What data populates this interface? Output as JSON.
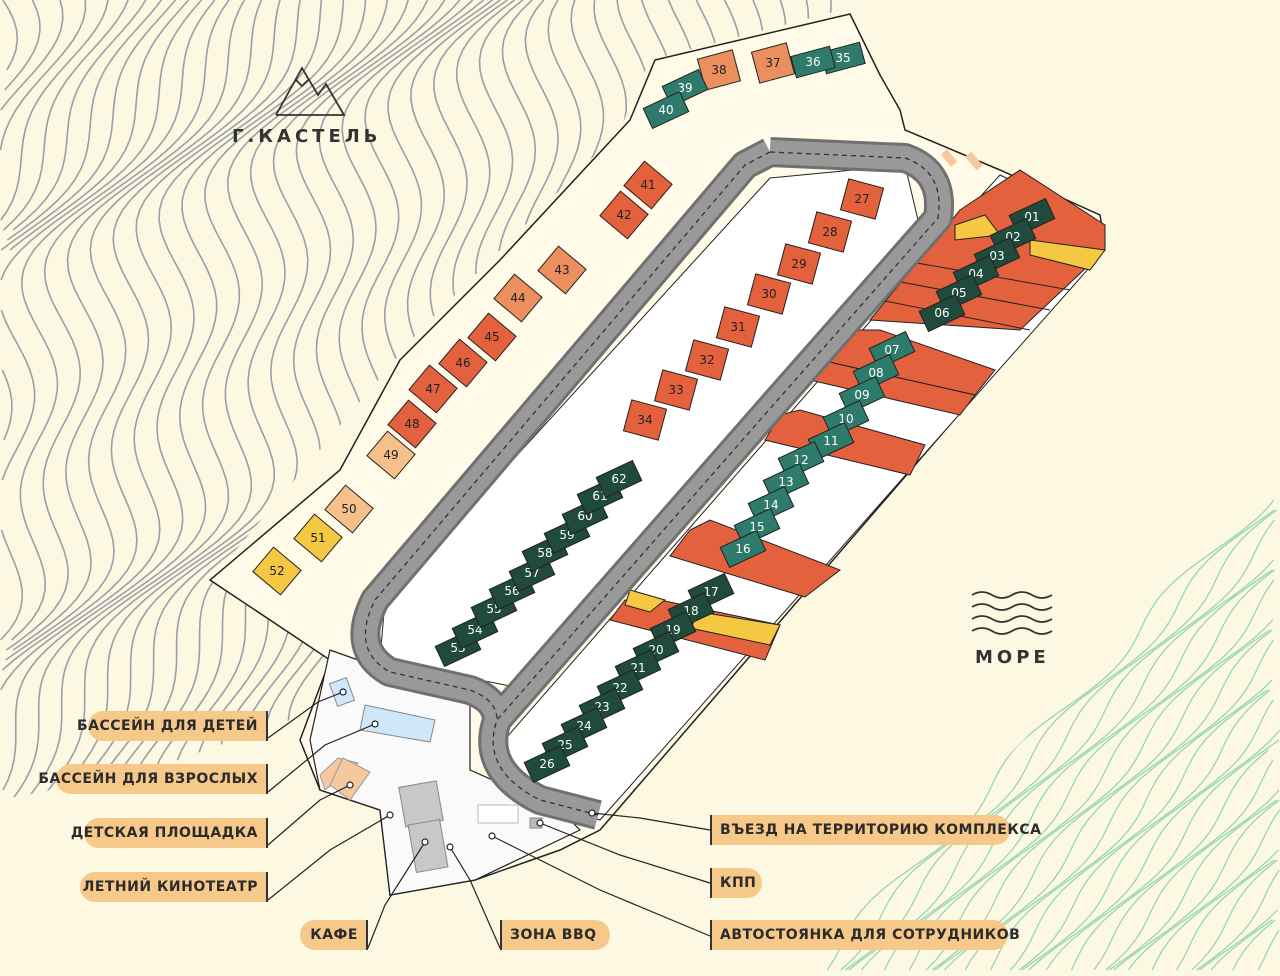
{
  "places": {
    "mountain": "Г.КАСТЕЛЬ",
    "sea": "МОРЕ"
  },
  "icons": {
    "mountain": "mountain-icon",
    "sea": "waves-icon"
  },
  "colors": {
    "background": "#fdf8e2",
    "dark": "#1f4a3c",
    "teal": "#2f7b6b",
    "red": "#e4613d",
    "orange": "#eb8f5e",
    "peach": "#f6c08a",
    "yellow": "#f5c843",
    "road": "#8c8c8c",
    "label": "#f6c98a"
  },
  "lots": [
    {
      "n": "01",
      "s": "dark"
    },
    {
      "n": "02",
      "s": "dark"
    },
    {
      "n": "03",
      "s": "dark"
    },
    {
      "n": "04",
      "s": "dark"
    },
    {
      "n": "05",
      "s": "dark"
    },
    {
      "n": "06",
      "s": "dark"
    },
    {
      "n": "07",
      "s": "teal"
    },
    {
      "n": "08",
      "s": "teal"
    },
    {
      "n": "09",
      "s": "teal"
    },
    {
      "n": "10",
      "s": "teal"
    },
    {
      "n": "11",
      "s": "teal"
    },
    {
      "n": "12",
      "s": "teal"
    },
    {
      "n": "13",
      "s": "teal"
    },
    {
      "n": "14",
      "s": "teal"
    },
    {
      "n": "15",
      "s": "teal"
    },
    {
      "n": "16",
      "s": "teal"
    },
    {
      "n": "17",
      "s": "dark"
    },
    {
      "n": "18",
      "s": "dark"
    },
    {
      "n": "19",
      "s": "dark"
    },
    {
      "n": "20",
      "s": "dark"
    },
    {
      "n": "21",
      "s": "dark"
    },
    {
      "n": "22",
      "s": "dark"
    },
    {
      "n": "23",
      "s": "dark"
    },
    {
      "n": "24",
      "s": "dark"
    },
    {
      "n": "25",
      "s": "dark"
    },
    {
      "n": "26",
      "s": "dark"
    },
    {
      "n": "27",
      "s": "red"
    },
    {
      "n": "28",
      "s": "red"
    },
    {
      "n": "29",
      "s": "red"
    },
    {
      "n": "30",
      "s": "red"
    },
    {
      "n": "31",
      "s": "red"
    },
    {
      "n": "32",
      "s": "red"
    },
    {
      "n": "33",
      "s": "red"
    },
    {
      "n": "34",
      "s": "red"
    },
    {
      "n": "35",
      "s": "teal"
    },
    {
      "n": "36",
      "s": "teal"
    },
    {
      "n": "37",
      "s": "orange"
    },
    {
      "n": "38",
      "s": "orange"
    },
    {
      "n": "39",
      "s": "teal"
    },
    {
      "n": "40",
      "s": "teal"
    },
    {
      "n": "41",
      "s": "red"
    },
    {
      "n": "42",
      "s": "red"
    },
    {
      "n": "43",
      "s": "orange"
    },
    {
      "n": "44",
      "s": "orange"
    },
    {
      "n": "45",
      "s": "red"
    },
    {
      "n": "46",
      "s": "red"
    },
    {
      "n": "47",
      "s": "red"
    },
    {
      "n": "48",
      "s": "red"
    },
    {
      "n": "49",
      "s": "peach"
    },
    {
      "n": "50",
      "s": "peach"
    },
    {
      "n": "51",
      "s": "yellow"
    },
    {
      "n": "52",
      "s": "yellow"
    },
    {
      "n": "53",
      "s": "dark"
    },
    {
      "n": "54",
      "s": "dark"
    },
    {
      "n": "55",
      "s": "dark"
    },
    {
      "n": "56",
      "s": "dark"
    },
    {
      "n": "57",
      "s": "dark"
    },
    {
      "n": "58",
      "s": "dark"
    },
    {
      "n": "59",
      "s": "dark"
    },
    {
      "n": "60",
      "s": "dark"
    },
    {
      "n": "61",
      "s": "dark"
    },
    {
      "n": "62",
      "s": "dark"
    }
  ],
  "labels": {
    "kids_pool": "БАССЕЙН ДЛЯ ДЕТЕЙ",
    "adult_pool": "БАССЕЙН ДЛЯ ВЗРОСЛЫХ",
    "playground": "ДЕТСКАЯ ПЛОЩАДКА",
    "cinema": "ЛЕТНИЙ КИНОТЕАТР",
    "cafe": "КАФЕ",
    "bbq": "ЗОНА BBQ",
    "entrance": "ВЪЕЗД НА ТЕРРИТОРИЮ КОМПЛЕКСА",
    "checkpoint": "КПП",
    "staff_parking": "АВТОСТОЯНКА ДЛЯ СОТРУДНИКОВ"
  }
}
